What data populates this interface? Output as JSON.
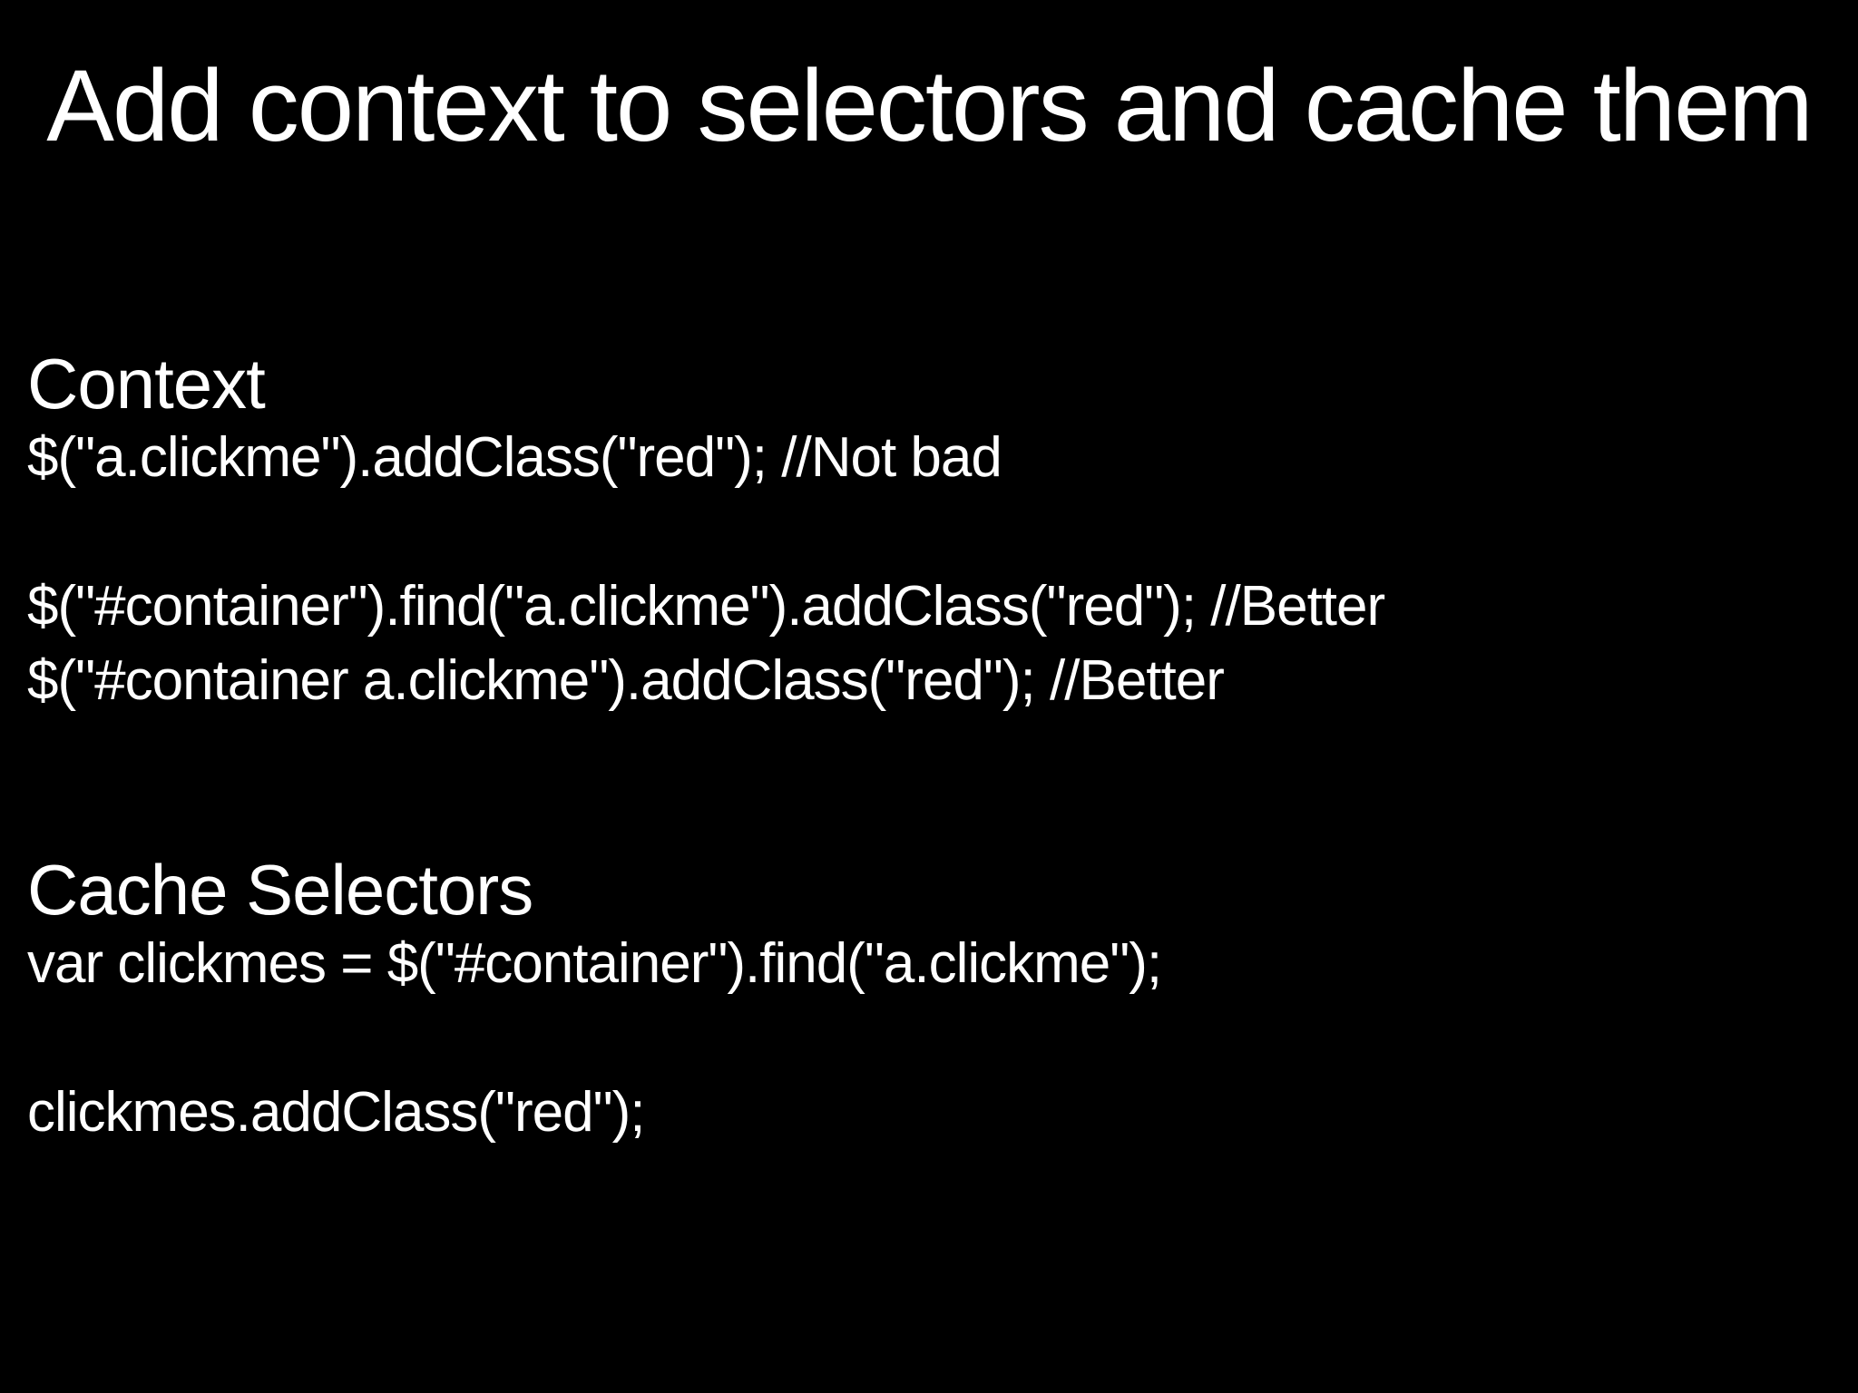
{
  "slide": {
    "title": "Add context to selectors and cache them",
    "colors": {
      "background": "#000000",
      "text": "#ffffff"
    },
    "sections": [
      {
        "heading": "Context",
        "lines": [
          "$(\"a.clickme\").addClass(\"red\"); //Not bad",
          "",
          "$(\"#container\").find(\"a.clickme\").addClass(\"red\"); //Better",
          "$(\"#container a.clickme\").addClass(\"red\"); //Better"
        ]
      },
      {
        "heading": "Cache Selectors",
        "lines": [
          "var clickmes = $(\"#container\").find(\"a.clickme\");",
          "",
          "clickmes.addClass(\"red\");"
        ]
      }
    ]
  }
}
